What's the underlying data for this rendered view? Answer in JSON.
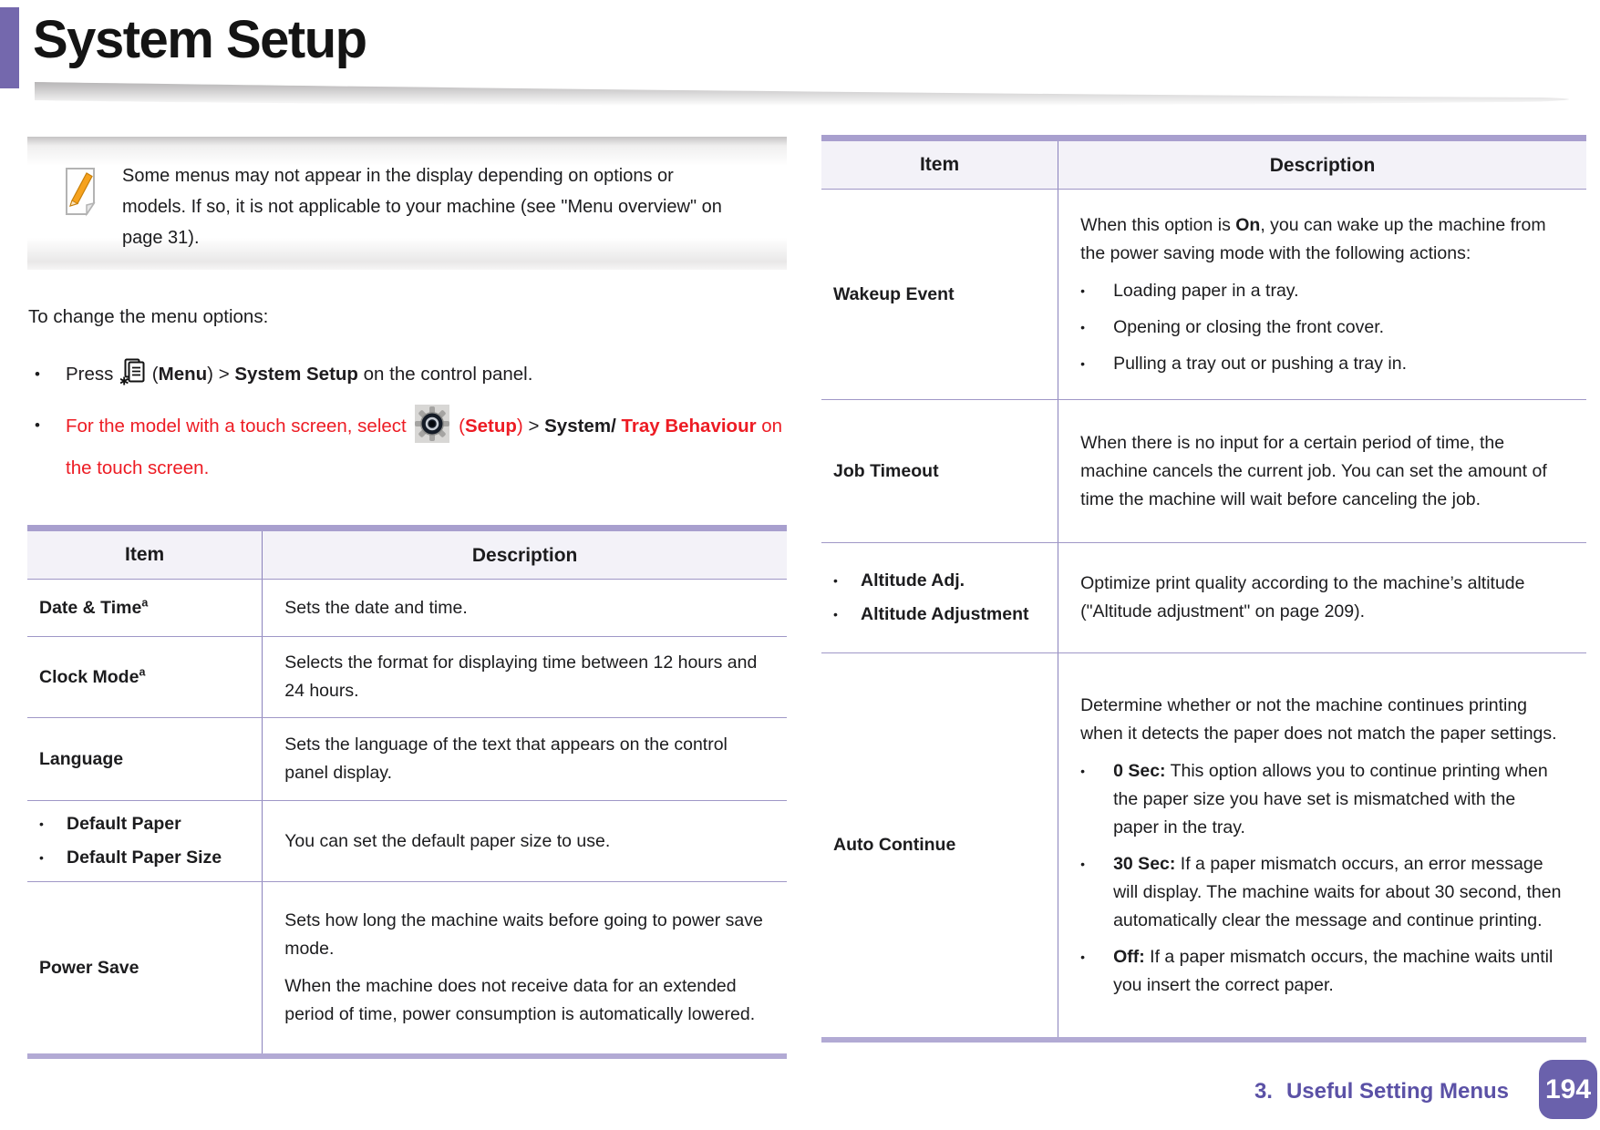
{
  "page": {
    "title": "System Setup",
    "footer": {
      "chapter_number": "3.",
      "chapter_title": "Useful Setting Menus",
      "page_number": "194"
    }
  },
  "note": {
    "icon": "pencil-note-icon",
    "text": "Some menus may not appear in the display depending on options or models. If so, it is not applicable to your machine (see \"Menu overview\" on page 31)."
  },
  "intro": "To change the menu options:",
  "steps": [
    {
      "icon": "menu-icon",
      "pre": [
        {
          "t": "Press "
        }
      ],
      "post": [
        {
          "t": " ("
        },
        {
          "t": "Menu",
          "b": 1
        },
        {
          "t": ") > "
        },
        {
          "t": "System Setup",
          "b": 1
        },
        {
          "t": " on the control panel."
        }
      ]
    },
    {
      "icon": "setup-gear-icon",
      "pre": [
        {
          "t": "For the model with a touch screen, select ",
          "red": 1
        }
      ],
      "post": [
        {
          "t": " (",
          "red": 1
        },
        {
          "t": "Setup",
          "b": 1,
          "red": 1
        },
        {
          "t": ")",
          "red": 1
        },
        {
          "t": " > "
        },
        {
          "t": "System",
          "b": 1
        },
        {
          "t": "/",
          "b": 1
        },
        {
          "t": " Tray Behaviour",
          "b": 1,
          "red": 1
        },
        {
          "t": " on the touch screen.",
          "red": 1
        }
      ]
    }
  ],
  "left_table": {
    "headers": [
      "Item",
      "Description"
    ],
    "rows": [
      {
        "item": {
          "segs": [
            {
              "t": "Date & Time",
              "b": 1
            },
            {
              "t": "a",
              "b": 1,
              "sup": 1
            }
          ]
        },
        "desc": {
          "blocks": [
            {
              "p": [
                {
                  "t": "Sets the date and time."
                }
              ]
            }
          ]
        }
      },
      {
        "item": {
          "segs": [
            {
              "t": "Clock Mode",
              "b": 1
            },
            {
              "t": "a",
              "b": 1,
              "sup": 1
            }
          ]
        },
        "desc": {
          "blocks": [
            {
              "p": [
                {
                  "t": "Selects the format for displaying time between 12 hours and 24 hours."
                }
              ]
            }
          ]
        }
      },
      {
        "item": {
          "segs": [
            {
              "t": "Language",
              "b": 1
            }
          ]
        },
        "desc": {
          "blocks": [
            {
              "p": [
                {
                  "t": "Sets the language of the text that appears on the control panel display."
                }
              ]
            }
          ]
        }
      },
      {
        "item": {
          "bullets": [
            [
              {
                "t": "Default Paper",
                "b": 1
              }
            ],
            [
              {
                "t": "Default Paper Size",
                "b": 1
              }
            ]
          ]
        },
        "desc": {
          "blocks": [
            {
              "p": [
                {
                  "t": "You can set the default paper size to use."
                }
              ]
            }
          ]
        }
      },
      {
        "item": {
          "segs": [
            {
              "t": "Power Save",
              "b": 1
            }
          ]
        },
        "desc": {
          "blocks": [
            {
              "p": [
                {
                  "t": "Sets how long the machine waits before going to power save mode."
                }
              ]
            },
            {
              "p": [
                {
                  "t": "When the machine does not receive data for an extended period of time, power consumption is automatically lowered."
                }
              ]
            }
          ]
        }
      }
    ]
  },
  "right_table": {
    "headers": [
      "Item",
      "Description"
    ],
    "rows": [
      {
        "item": {
          "segs": [
            {
              "t": "Wakeup Event",
              "b": 1
            }
          ]
        },
        "desc": {
          "blocks": [
            {
              "p": [
                {
                  "t": "When this option is "
                },
                {
                  "t": "On",
                  "b": 1
                },
                {
                  "t": ", you can wake up the machine from the power saving mode with the following actions:"
                }
              ]
            },
            {
              "bullets": [
                [
                  {
                    "t": "Loading paper in a tray."
                  }
                ],
                [
                  {
                    "t": "Opening or closing the front cover."
                  }
                ],
                [
                  {
                    "t": "Pulling a tray out or pushing a tray in."
                  }
                ]
              ]
            }
          ]
        }
      },
      {
        "item": {
          "segs": [
            {
              "t": "Job Timeout",
              "b": 1
            }
          ]
        },
        "desc": {
          "blocks": [
            {
              "p": [
                {
                  "t": "When there is no input for a certain period of time, the machine cancels the current job. You can set the amount of time the machine will wait before canceling the job."
                }
              ]
            }
          ]
        }
      },
      {
        "item": {
          "bullets": [
            [
              {
                "t": "Altitude Adj.",
                "b": 1
              }
            ],
            [
              {
                "t": "Altitude Adjustment",
                "b": 1
              }
            ]
          ]
        },
        "desc": {
          "blocks": [
            {
              "p": [
                {
                  "t": "Optimize print quality according to the machine’s altitude (\"Altitude adjustment\" on page 209)."
                }
              ]
            }
          ]
        }
      },
      {
        "item": {
          "segs": [
            {
              "t": "Auto Continue",
              "b": 1
            }
          ]
        },
        "desc": {
          "blocks": [
            {
              "p": [
                {
                  "t": "Determine whether or not the machine continues printing when it detects the paper does not match the paper settings."
                }
              ]
            },
            {
              "bullets": [
                [
                  {
                    "t": "0 Sec:",
                    "b": 1
                  },
                  {
                    "t": " This option allows you to continue printing when the paper size you have set is mismatched with the paper in the tray."
                  }
                ],
                [
                  {
                    "t": "30 Sec:",
                    "b": 1
                  },
                  {
                    "t": " If a paper mismatch occurs, an error message will display. The machine waits for about 30 second, then automatically clear the message and continue printing."
                  }
                ],
                [
                  {
                    "t": "Off:",
                    "b": 1
                  },
                  {
                    "t": " If a paper mismatch occurs, the machine waits until you insert the correct paper."
                  }
                ]
              ]
            }
          ]
        }
      }
    ]
  },
  "colors": {
    "accent_purple": "#7468ad",
    "table_border_purple": "#8a82bc",
    "header_background": "#f3f2f8",
    "red_text": "#ed1c24",
    "footer_purple": "#5b51a6",
    "badge_purple": "#6a61ac"
  }
}
